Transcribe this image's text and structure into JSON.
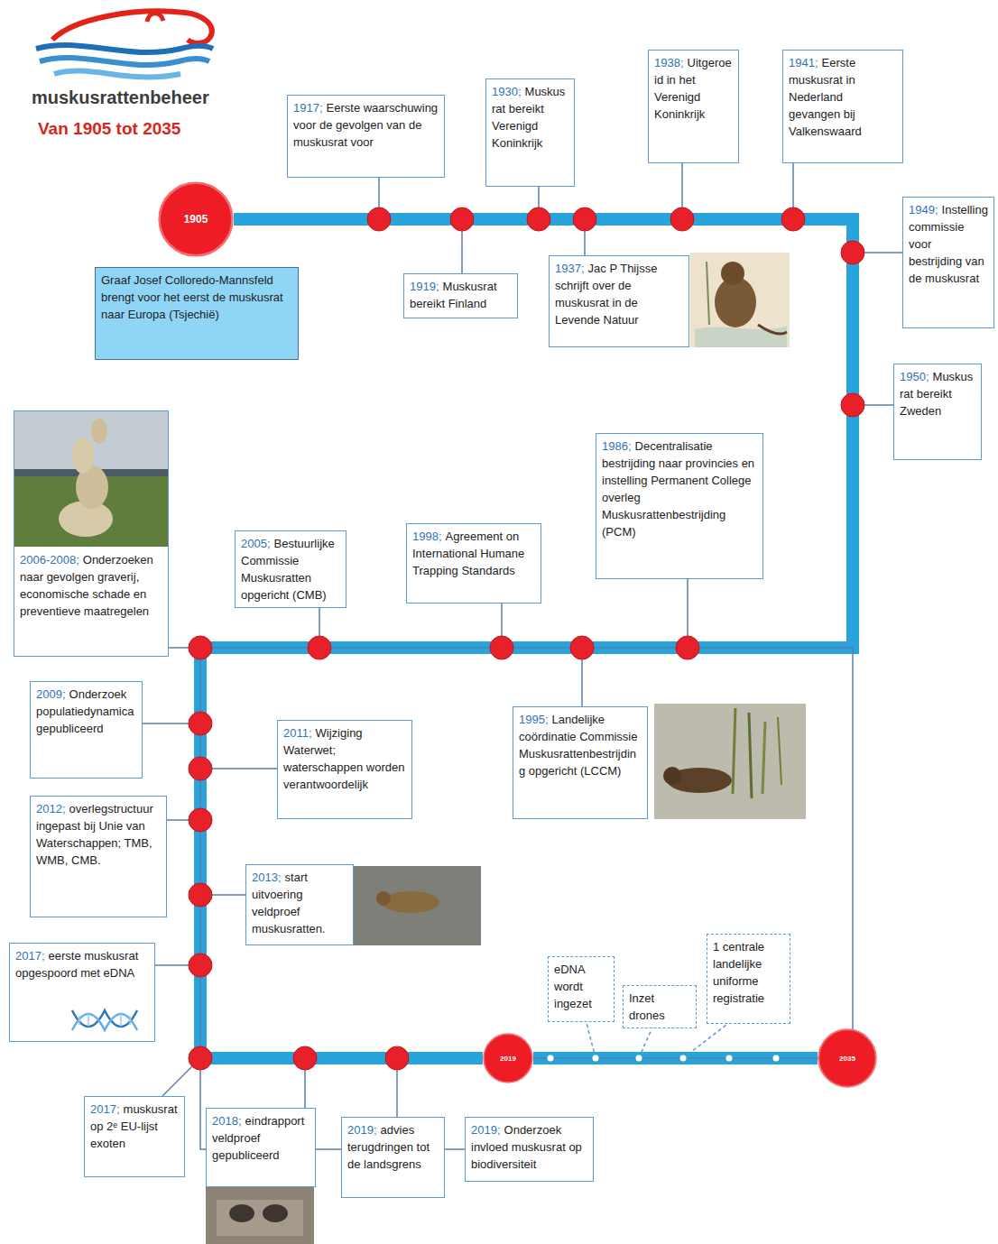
{
  "diagram": {
    "title": "muskusrattenbeheer",
    "nodes": [
      {
        "text": [
          "1905"
        ]
      },
      {
        "text": [
          "Graaf Josef Colloredo-Mannsfeld brengt voor het eerst de muskusrat naar Europa (Tsjechië)"
        ]
      },
      {
        "text": [
          "1917;",
          "Eerste waarschuwing voor de gevolgen van de muskusrat voor"
        ]
      },
      {
        "text": [
          "1919;",
          "Muskusrat bereikt Finland"
        ]
      },
      {
        "text": [
          "1930;",
          "Muskusrat bereikt Verenigd Koninkrijk"
        ]
      },
      {
        "text": [
          "1937;",
          "Jac P Thijsse schrijft over de muskusrat in de Levende Natuur"
        ]
      },
      {
        "text": [
          "1938;",
          "Uitgeroeid in het Verenigd Koninkrijk"
        ]
      },
      {
        "text": [
          "1941;",
          "Eerste muskusrat in Nederland gevangen bij Valkenswaard"
        ]
      },
      {
        "text": [
          "1949;",
          "Instelling commissie voor bestrijding van de muskusrat"
        ]
      },
      {
        "text": [
          "1950;",
          "Muskusrat bereikt Zweden"
        ]
      },
      {
        "text": [
          "1986;",
          "Decentralisatie bestrijding naar provincies en instelling Permanent College overleg Muskusrattenbestrijding (PCM)"
        ]
      },
      {
        "text": [
          "1995;",
          "Landelijke coördinatie Commissie Muskusrattenbestrijding opgericht (LCCM)"
        ]
      },
      {
        "text": [
          "1998;",
          "Agreement on International Humane Trapping Standards"
        ]
      },
      {
        "text": [
          "2005;",
          "Bestuurlijke Commissie Muskusratten opgericht (CMB)"
        ]
      },
      {
        "text": [
          "2006-2008;",
          "Onderzoeken naar gevolgen graverij, economische schade en preventieve maatregelen"
        ]
      },
      {
        "text": [
          "2009;",
          "Onderzoek populatiedynamica gepubliceerd"
        ]
      },
      {
        "text": [
          "2011;",
          "Wijziging Waterwet; waterschappen worden verantwoordelijk"
        ]
      },
      {
        "text": [
          "2012;",
          "overlegstructuur ingepast bij Unie van Waterschappen; TMB, WMB, CMB."
        ]
      },
      {
        "text": [
          "2013;",
          "start uitvoering veldproef muskusratten."
        ]
      },
      {
        "text": [
          "2017;",
          "eerste muskusrat opgespoord met eDNA"
        ]
      },
      {
        "text": [
          "2017;",
          "muskusrat op 2ᵉ EU-lijst exoten"
        ]
      },
      {
        "text": [
          "2018;",
          "eindrapport veldproef gepubliceerd"
        ]
      },
      {
        "text": [
          "2019;",
          "advies terugdringen tot de landsgrens"
        ]
      },
      {
        "text": [
          "2019"
        ]
      },
      {
        "text": [
          "2019;",
          "Onderzoek invloed muskusrat op biodiversiteit"
        ]
      },
      {
        "text": [
          "eDNA wordt ingezet"
        ]
      },
      {
        "text": [
          "Inzet drones"
        ]
      },
      {
        "text": [
          "1 centrale landelijke uniforme registratie"
        ]
      },
      {
        "text": [
          "2035"
        ]
      }
    ],
    "edges": [
      {
        "from": 0,
        "to": 23,
        "arrow": "none"
      },
      {
        "from": 23,
        "to": 28,
        "arrow": "none"
      },
      {
        "from": 23,
        "to": 24,
        "arrow": "none"
      }
    ],
    "labels": [
      "Van 1905 tot 2035"
    ]
  }
}
